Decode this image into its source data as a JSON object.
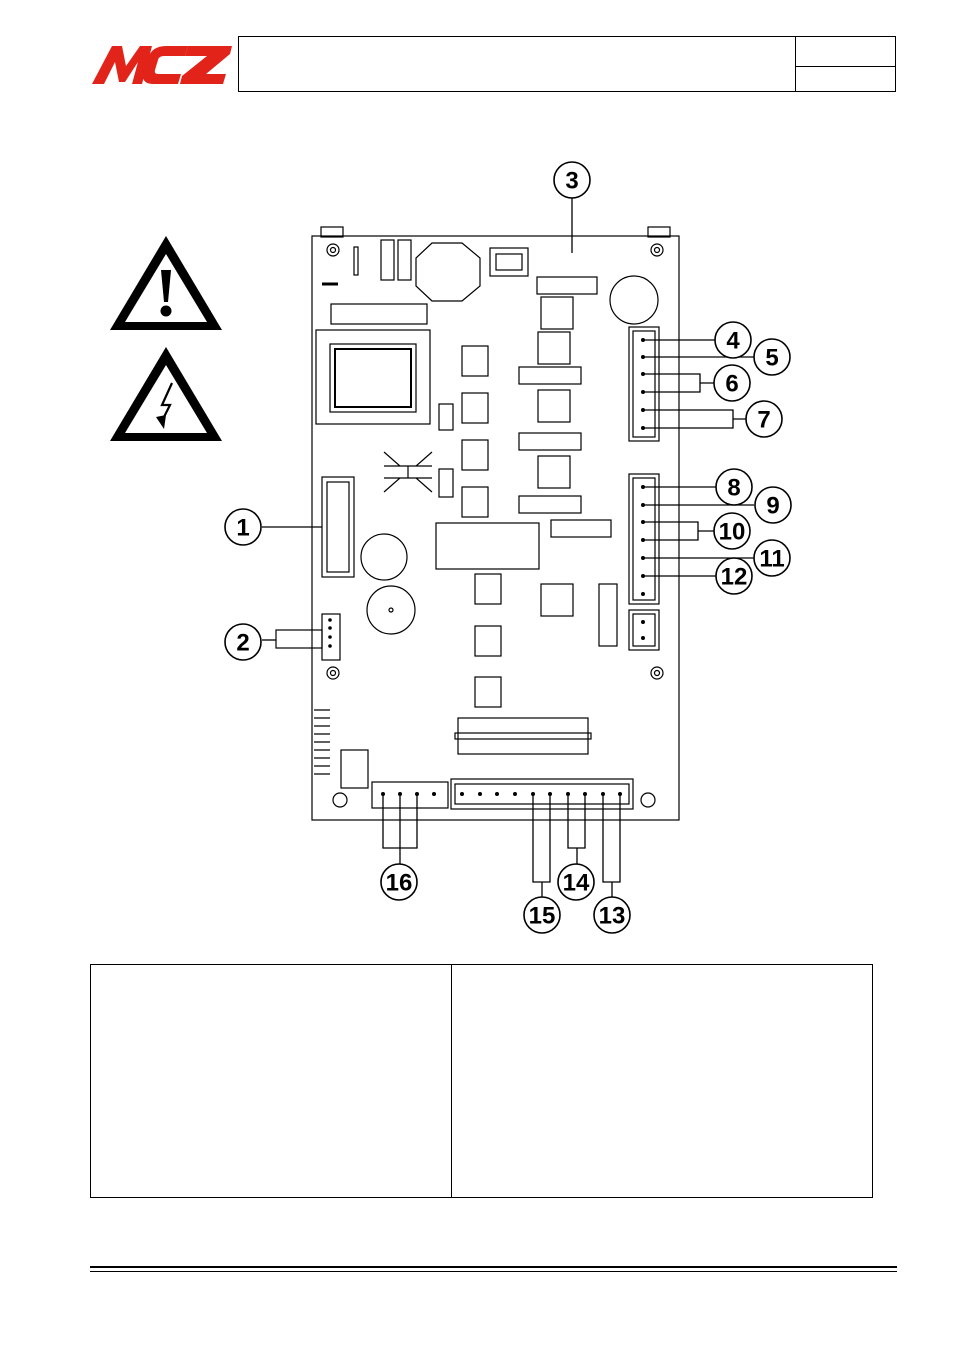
{
  "brand": {
    "logo_text": "MCZ",
    "logo_color": "#e2231a"
  },
  "header": {
    "title": "",
    "code": "",
    "page": ""
  },
  "icons": {
    "warning": "exclamation-warning-icon",
    "shock": "electric-shock-icon"
  },
  "diagram": {
    "callouts": [
      "1",
      "2",
      "3",
      "4",
      "5",
      "6",
      "7",
      "8",
      "9",
      "10",
      "11",
      "12",
      "13",
      "14",
      "15",
      "16"
    ]
  },
  "table": {
    "left_text": "",
    "right_text": ""
  }
}
